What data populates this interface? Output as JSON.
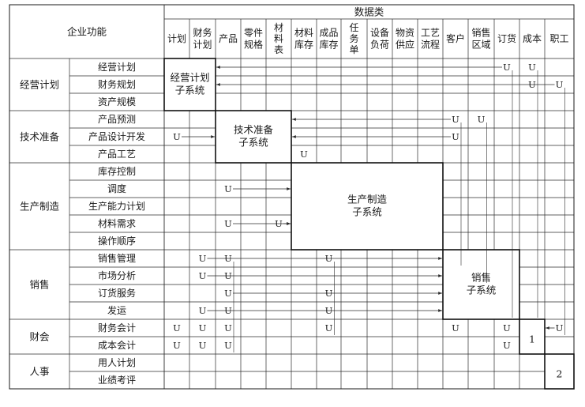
{
  "header": {
    "function_title": "企业功能",
    "data_title": "数据类",
    "columns": [
      {
        "label": "计划"
      },
      {
        "label": "财务\n计划"
      },
      {
        "label": "产品"
      },
      {
        "label": "零件\n规格"
      },
      {
        "label": "材\n料\n表"
      },
      {
        "label": "材料\n库存"
      },
      {
        "label": "成品\n库存"
      },
      {
        "label": "任\n务\n单"
      },
      {
        "label": "设备\n负荷"
      },
      {
        "label": "物资\n供应"
      },
      {
        "label": "工艺\n流程"
      },
      {
        "label": "客户"
      },
      {
        "label": "销售\n区域"
      },
      {
        "label": "订货"
      },
      {
        "label": "成本"
      },
      {
        "label": "职工"
      }
    ]
  },
  "groups": [
    {
      "name": "经营计划",
      "rows": [
        "经营计划",
        "财务规划",
        "资产规模"
      ]
    },
    {
      "name": "技术准备",
      "rows": [
        "产品预测",
        "产品设计开发",
        "产品工艺"
      ]
    },
    {
      "name": "生产制造",
      "rows": [
        "库存控制",
        "调度",
        "生产能力计划",
        "材料需求",
        "操作顺序"
      ]
    },
    {
      "name": "销售",
      "rows": [
        "销售管理",
        "市场分析",
        "订货服务",
        "发运"
      ]
    },
    {
      "name": "财会",
      "rows": [
        "财务会计",
        "成本会计"
      ]
    },
    {
      "name": "人事",
      "rows": [
        "用人计划",
        "业绩考评"
      ]
    }
  ],
  "subsystems": [
    {
      "label": "经营计划\n子系统",
      "rows": [
        0,
        2
      ],
      "cols": [
        0,
        1
      ]
    },
    {
      "label": "技术准备\n子系统",
      "rows": [
        3,
        5
      ],
      "cols": [
        2,
        4
      ]
    },
    {
      "label": "生产制造\n子系统",
      "rows": [
        6,
        10
      ],
      "cols": [
        5,
        10
      ]
    },
    {
      "label": "销售\n子系统",
      "rows": [
        11,
        14
      ],
      "cols": [
        11,
        13
      ]
    },
    {
      "label": "1",
      "rows": [
        15,
        16
      ],
      "cols": [
        14,
        14
      ]
    },
    {
      "label": "2",
      "rows": [
        17,
        18
      ],
      "cols": [
        15,
        15
      ]
    }
  ],
  "use_marks": [
    {
      "row": 0,
      "col": 13,
      "mark": "U"
    },
    {
      "row": 0,
      "col": 14,
      "mark": "U"
    },
    {
      "row": 1,
      "col": 14,
      "mark": "U"
    },
    {
      "row": 1,
      "col": 15,
      "mark": "U"
    },
    {
      "row": 3,
      "col": 11,
      "mark": "U"
    },
    {
      "row": 3,
      "col": 12,
      "mark": "U"
    },
    {
      "row": 4,
      "col": 0,
      "mark": "U"
    },
    {
      "row": 4,
      "col": 11,
      "mark": "U"
    },
    {
      "row": 5,
      "col": 5,
      "mark": "U"
    },
    {
      "row": 7,
      "col": 2,
      "mark": "U"
    },
    {
      "row": 9,
      "col": 2,
      "mark": "U"
    },
    {
      "row": 9,
      "col": 4,
      "mark": "U"
    },
    {
      "row": 11,
      "col": 1,
      "mark": "U"
    },
    {
      "row": 11,
      "col": 2,
      "mark": "U"
    },
    {
      "row": 11,
      "col": 6,
      "mark": "U"
    },
    {
      "row": 12,
      "col": 1,
      "mark": "U"
    },
    {
      "row": 12,
      "col": 2,
      "mark": "U"
    },
    {
      "row": 13,
      "col": 2,
      "mark": "U"
    },
    {
      "row": 13,
      "col": 6,
      "mark": "U"
    },
    {
      "row": 14,
      "col": 1,
      "mark": "U"
    },
    {
      "row": 14,
      "col": 2,
      "mark": "U"
    },
    {
      "row": 14,
      "col": 6,
      "mark": "U"
    },
    {
      "row": 15,
      "col": 0,
      "mark": "U"
    },
    {
      "row": 15,
      "col": 1,
      "mark": "U"
    },
    {
      "row": 15,
      "col": 2,
      "mark": "U"
    },
    {
      "row": 15,
      "col": 6,
      "mark": "U"
    },
    {
      "row": 15,
      "col": 11,
      "mark": "U"
    },
    {
      "row": 15,
      "col": 13,
      "mark": "U"
    },
    {
      "row": 15,
      "col": 15,
      "mark": "U"
    },
    {
      "row": 16,
      "col": 0,
      "mark": "U"
    },
    {
      "row": 16,
      "col": 1,
      "mark": "U"
    },
    {
      "row": 16,
      "col": 2,
      "mark": "U"
    },
    {
      "row": 16,
      "col": 13,
      "mark": "U"
    }
  ],
  "flows": [
    {
      "row": 0,
      "from_col": 13,
      "to": "sub0"
    },
    {
      "row": 1,
      "from_col": 15,
      "to": "sub0"
    },
    {
      "row": 3,
      "from_col": 11,
      "to": "sub1"
    },
    {
      "row": 4,
      "from_col": 0,
      "to": "sub1"
    },
    {
      "row": 4,
      "from_col": 11,
      "to": "sub1"
    },
    {
      "row": 7,
      "from_col": 2,
      "to": "sub2"
    },
    {
      "row": 9,
      "from_col": 2,
      "to": "sub2"
    },
    {
      "row": 9,
      "from_col": 4,
      "to": "sub2"
    },
    {
      "row": 11,
      "from_col": 1,
      "to": "sub3"
    },
    {
      "row": 12,
      "from_col": 1,
      "to": "sub3"
    },
    {
      "row": 13,
      "from_col": 2,
      "to": "sub3"
    },
    {
      "row": 14,
      "from_col": 1,
      "to": "sub3"
    },
    {
      "row": 15,
      "from_col": 15,
      "to": "sub4"
    }
  ]
}
